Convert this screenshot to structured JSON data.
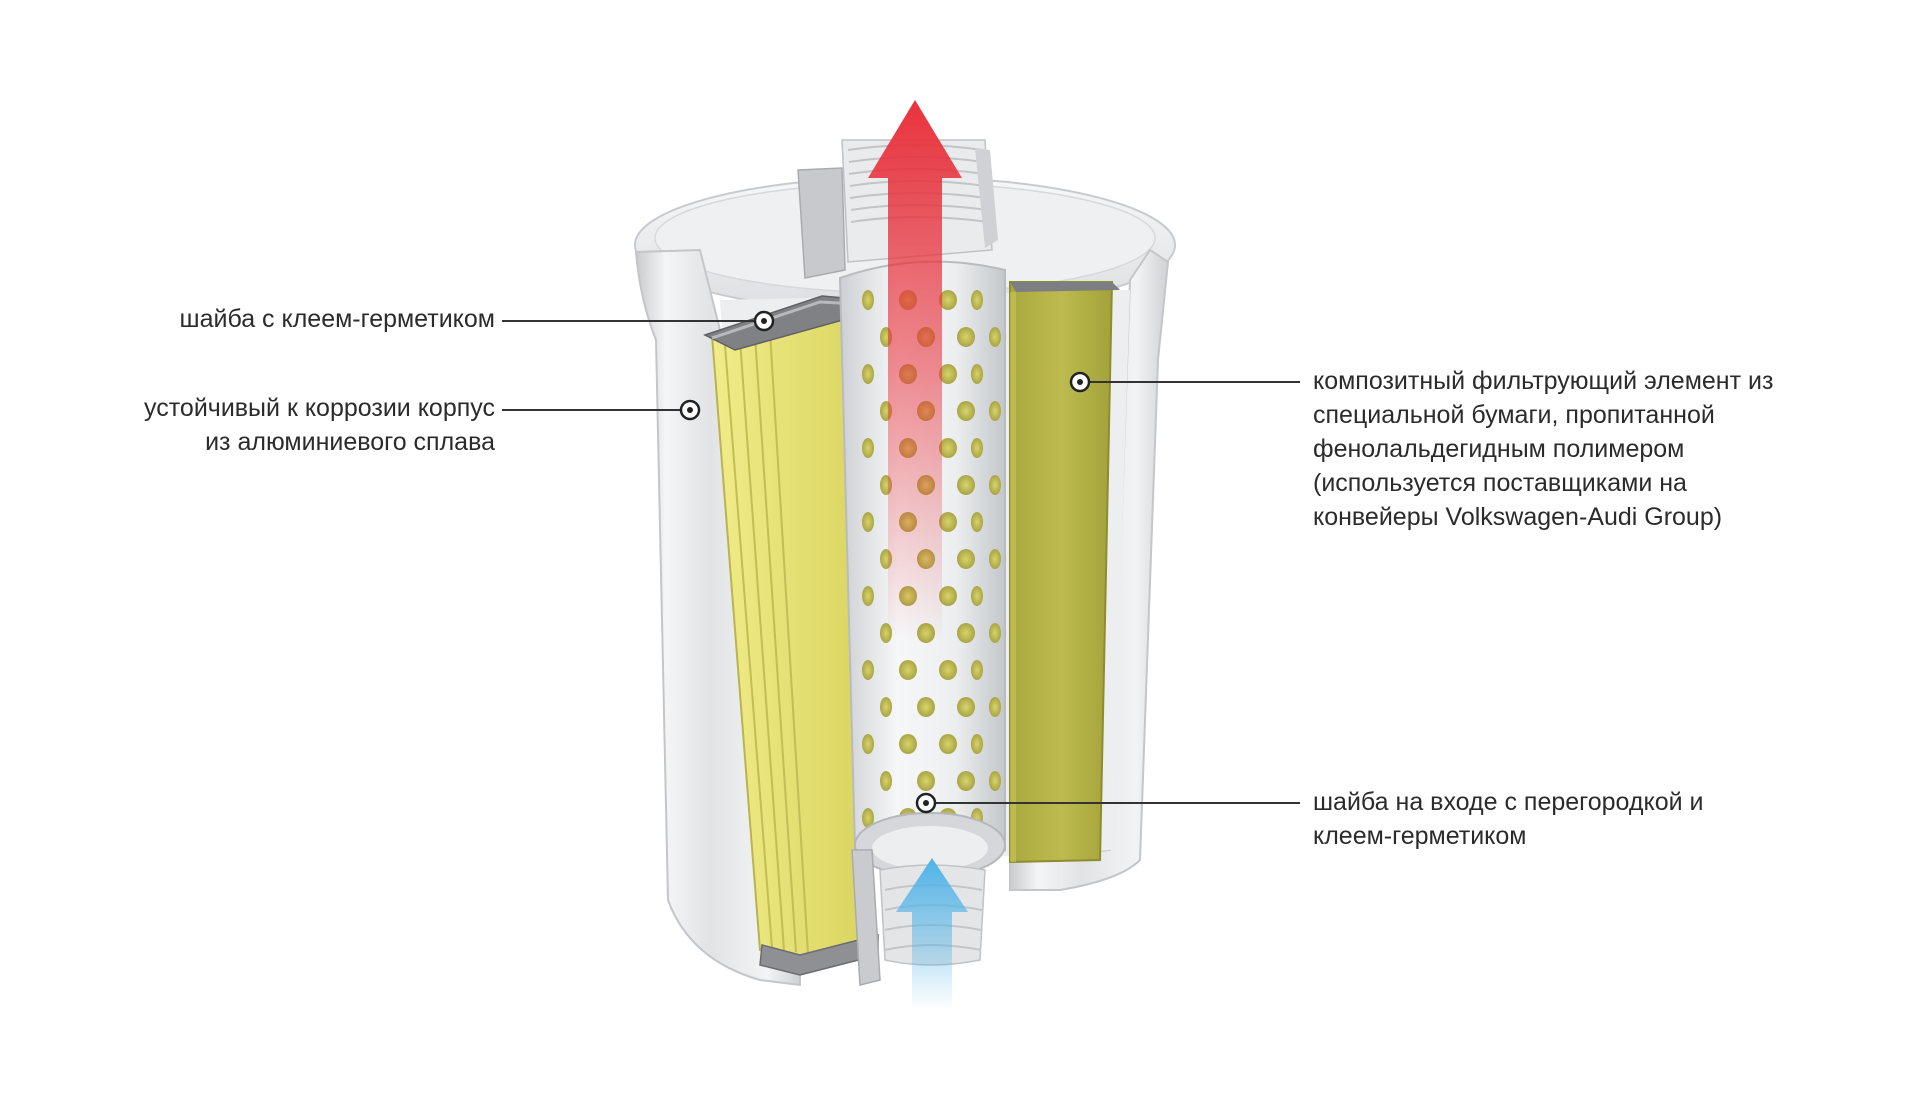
{
  "callouts": {
    "gasket_top": {
      "lines": [
        "шайба с клеем-герметиком"
      ]
    },
    "housing": {
      "lines": [
        "устойчивый к коррозии корпус",
        "из алюминиевого сплава"
      ]
    },
    "filter_element": {
      "lines": [
        "композитный фильтрующий элемент из",
        "специальной бумаги, пропитанной",
        "фенолальдегидным полимером",
        "(используется поставщиками на",
        "конвейеры Volkswagen-Audi Group)"
      ]
    },
    "gasket_inlet": {
      "lines": [
        "шайба на входе с перегородкой и",
        "клеем-герметиком"
      ]
    }
  },
  "colors": {
    "outlet_arrow": "#e8323c",
    "inlet_arrow": "#4fb3e8",
    "filter_paper": "#e3de72",
    "filter_paper_dark": "#b8b548",
    "housing": "#e6e7e9",
    "callout_line": "#333333"
  }
}
